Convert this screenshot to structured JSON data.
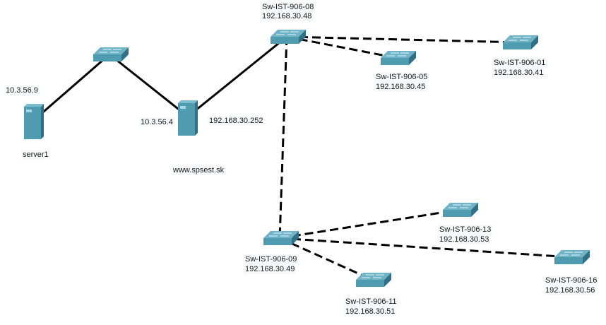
{
  "nodes": [
    {
      "id": "sw-top-left",
      "type": "switch",
      "name": "",
      "ip": ""
    },
    {
      "id": "server1",
      "type": "server",
      "name": "server1",
      "ip": "10.3.56.9"
    },
    {
      "id": "www",
      "type": "server",
      "name": "www.spsest.sk",
      "ip_left": "10.3.56.4",
      "ip_right": "192.168.30.252"
    },
    {
      "id": "sw08",
      "type": "switch",
      "name": "Sw-IST-906-08",
      "ip": "192.168.30.48"
    },
    {
      "id": "sw05",
      "type": "switch",
      "name": "Sw-IST-906-05",
      "ip": "192.168.30.45"
    },
    {
      "id": "sw01",
      "type": "switch",
      "name": "Sw-IST-906-01",
      "ip": "192.168.30.41"
    },
    {
      "id": "sw09",
      "type": "switch",
      "name": "Sw-IST-906-09",
      "ip": "192.168.30.49"
    },
    {
      "id": "sw13",
      "type": "switch",
      "name": "Sw-IST-906-13",
      "ip": "192.168.30.53"
    },
    {
      "id": "sw16",
      "type": "switch",
      "name": "Sw-IST-906-16",
      "ip": "192.168.30.56"
    },
    {
      "id": "sw11",
      "type": "switch",
      "name": "Sw-IST-906-11",
      "ip": "192.168.30.51"
    }
  ],
  "links": [
    {
      "from": "server1",
      "to": "sw-top-left",
      "style": "solid"
    },
    {
      "from": "sw-top-left",
      "to": "www",
      "style": "solid"
    },
    {
      "from": "www",
      "to": "sw08",
      "style": "solid"
    },
    {
      "from": "sw08",
      "to": "sw05",
      "style": "dashed"
    },
    {
      "from": "sw08",
      "to": "sw01",
      "style": "dashed"
    },
    {
      "from": "sw08",
      "to": "sw09",
      "style": "dashed"
    },
    {
      "from": "sw09",
      "to": "sw13",
      "style": "dashed"
    },
    {
      "from": "sw09",
      "to": "sw16",
      "style": "dashed"
    },
    {
      "from": "sw09",
      "to": "sw11",
      "style": "dashed"
    }
  ],
  "colors": {
    "device": "#4f9bb0",
    "device_dark": "#2f7088",
    "link": "#000000",
    "label_bg": "#f7f8fc"
  }
}
